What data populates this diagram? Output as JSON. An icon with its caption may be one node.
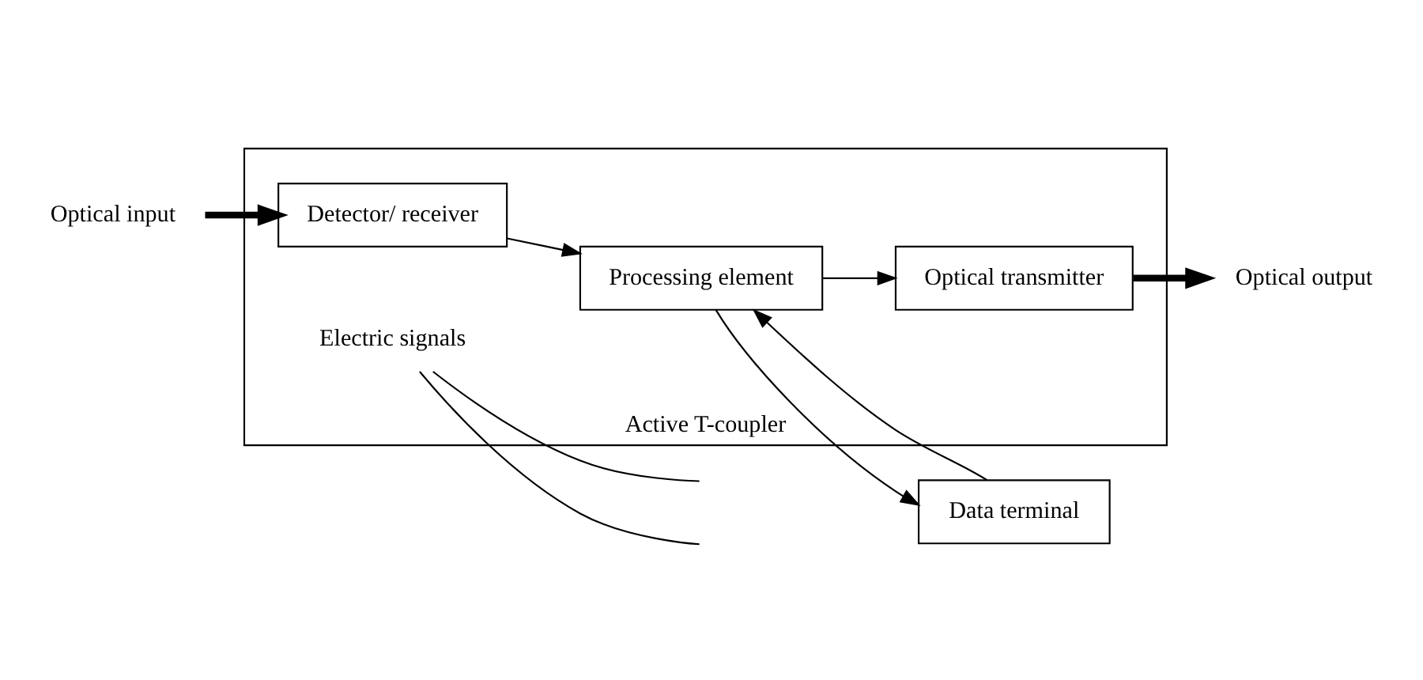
{
  "diagram": {
    "nodes": [
      {
        "text": [
          "Active T-coupler"
        ]
      },
      {
        "text": [
          "Data terminal"
        ]
      },
      {
        "text": [
          "Detector/ receiver"
        ],
        "in": 0
      },
      {
        "text": [
          "Processing element"
        ],
        "in": 0
      },
      {
        "text": [
          "Optical transmitter"
        ],
        "in": 0
      },
      {
        "text": [
          "Optical input"
        ]
      },
      {
        "text": [
          "Optical output"
        ]
      },
      {
        "text": [
          "Electric signals"
        ],
        "in": 0
      }
    ],
    "edges": [
      {
        "from": 5,
        "to": 2,
        "arrow": "to",
        "style": "thick"
      },
      {
        "from": 2,
        "to": 3,
        "arrow": "to"
      },
      {
        "from": 3,
        "to": 1,
        "arrow": "to"
      },
      {
        "from": 1,
        "to": 3,
        "arrow": "to"
      },
      {
        "from": 3,
        "to": 4,
        "arrow": "to"
      },
      {
        "from": 4,
        "to": 6,
        "arrow": "to",
        "style": "thick"
      },
      {
        "from": 7,
        "to": null,
        "arrow": "none"
      },
      {
        "from": 7,
        "to": null,
        "arrow": "none"
      }
    ]
  }
}
